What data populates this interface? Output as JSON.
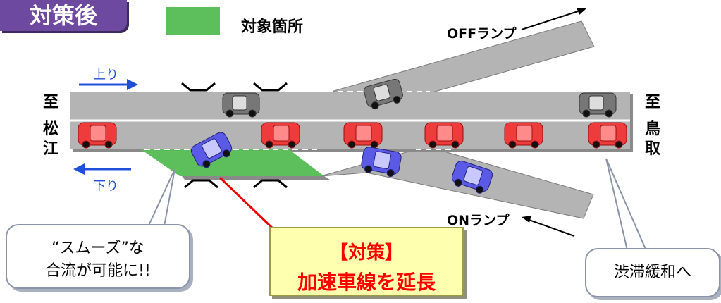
{
  "badge": {
    "label": "対策後",
    "color": "#6d4aa0"
  },
  "legend": {
    "label": "対象箇所",
    "color": "#5cbf5c"
  },
  "left_destination": {
    "lines": [
      "至",
      "松",
      "江"
    ]
  },
  "right_destination": {
    "lines": [
      "至",
      "鳥",
      "取"
    ]
  },
  "directions": {
    "up": "上り",
    "down": "下り"
  },
  "ramps": {
    "off": "OFFランプ",
    "on": "ONランプ"
  },
  "callouts": {
    "merge": {
      "line1": "“スムーズ”な",
      "line2": "合流が可能に!!"
    },
    "measure": {
      "line1": "【対策】",
      "line2": "加速車線を延長"
    },
    "congestion": {
      "text": "渋滞緩和へ"
    }
  },
  "colors": {
    "road": "#b4b4b4",
    "red_car": "#ee3b3b",
    "blue_car": "#5a5ae6",
    "gray_car": "#777777"
  }
}
